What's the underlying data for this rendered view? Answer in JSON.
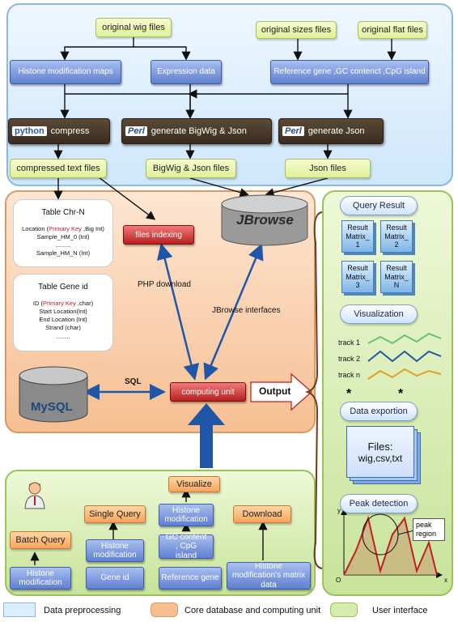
{
  "preprocessing": {
    "inputs": [
      "original wig files",
      "original sizes files",
      "original flat files"
    ],
    "mid": [
      "Histone modification maps",
      "Expression data",
      "Reference gene ,GC contenct ,CpG island"
    ],
    "tools": {
      "python_logo": "python",
      "perl_logo": "Perl",
      "compress": "compress",
      "gen_bigwig": "generate BigWig & Json",
      "gen_json": "generate Json"
    },
    "outputs": [
      "compressed text files",
      "BigWig & Json files",
      "Json files"
    ]
  },
  "core": {
    "table_chr": {
      "title": "Table Chr-N",
      "row1_prefix": "Location (",
      "row1_key": "Primary Key",
      "row1_suffix": " ,Big Int)",
      "row2": "Sample_HM_0 (Int)",
      "row3": ".........",
      "row4": "Sample_HM_N (Int)"
    },
    "table_gene": {
      "title": "Table Gene id",
      "row1_prefix": "ID (",
      "row1_key": "Primary Key",
      "row1_suffix": " ,char)",
      "row2": "Start Location(Int)",
      "row3": "End Location (Int)",
      "row4": "Strand (char)",
      "row5": "........"
    },
    "files_indexing": "files indexing",
    "jbrowse": "JBrowse",
    "php_download": "PHP download",
    "jbrowse_interfaces": "JBrowse interfaces",
    "sql": "SQL",
    "computing_unit": "computing unit",
    "mysql": "MySQL",
    "output": "Output"
  },
  "ui": {
    "query_result": "Query Result",
    "matrices": [
      {
        "l1": "Result",
        "l2": "Matrix_",
        "l3": "1"
      },
      {
        "l1": "Result",
        "l2": "Matrix_",
        "l3": "2"
      },
      {
        "l1": "Result",
        "l2": "Matrix_",
        "l3": "3"
      },
      {
        "l1": "Result",
        "l2": "Matrix_",
        "l3": "N"
      }
    ],
    "visualization": "Visualization",
    "tracks": [
      "track 1",
      "track 2",
      "track n"
    ],
    "star": "*",
    "data_exportion": "Data exportion",
    "files_l1": "Files:",
    "files_l2": "wig,csv,txt",
    "peak_detection": "Peak detection",
    "peak_region_l1": "peak",
    "peak_region_l2": "region",
    "axis_y": "y",
    "axis_x": "x",
    "axis_o": "O"
  },
  "bottom": {
    "visualize": "Visualize",
    "single_query": "Single Query",
    "download": "Download",
    "batch_query": "Batch Query",
    "histone_mod": "Histone modification",
    "gc_content": "GC content , CpG island",
    "gene_id": "Gene id",
    "reference_gene": "Reference gene",
    "matrix_data": "Histone modification's matrix data"
  },
  "legend": [
    "Data preprocessing",
    "Core database and computing unit",
    "User interface"
  ],
  "colors": {
    "preprocessing": "#cfe7fb",
    "core": "#f6bf92",
    "ui": "#c8e39a",
    "arrow": "#1f56a8"
  }
}
